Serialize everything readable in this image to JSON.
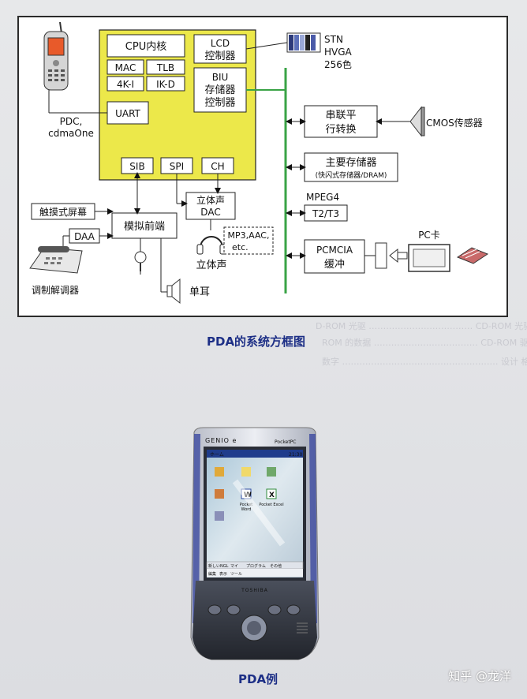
{
  "diagram": {
    "lcd": "LCD",
    "lcd_ctrl": "控制器",
    "cpu_core": "CPU内核",
    "mac": "MAC",
    "tlb": "TLB",
    "k4i": "4K-I",
    "ikd": "IK-D",
    "biu": "BIU",
    "mem_label": "存储器",
    "mem_ctrl": "控制器",
    "uart": "UART",
    "sib": "SIB",
    "spi": "SPI",
    "ch": "CH",
    "stn": "STN",
    "hvga": "HVGA",
    "colors": "256色",
    "serial_1": "串联平",
    "serial_2": "行转换",
    "cmos": "CMOS传感器",
    "main_mem": "主要存储器",
    "main_mem_sub": "(快闪式存储器/DRAM)",
    "mpeg4": "MPEG4",
    "t2t3": "T2/T3",
    "pcmcia": "PCMCIA",
    "buffer": "缓冲",
    "pc_card": "PC卡",
    "pdc": "PDC,",
    "cdma": "cdmaOne",
    "touch": "触摸式屏幕",
    "analog": "模拟前端",
    "daa": "DAA",
    "modem": "调制解调器",
    "stereo_dac_1": "立体声",
    "stereo_dac_2": "DAC",
    "mp3_1": "MP3,AAC,",
    "mp3_2": "etc.",
    "stereo": "立体声",
    "mono": "单耳"
  },
  "captions": {
    "figure1": "PDA的系统方框图",
    "figure2": "PDA例"
  },
  "pda": {
    "brand": "GENIO e",
    "pocketpc": "PocketPC",
    "title": "ホーム",
    "time": "21:30",
    "maker": "TOSHIBA",
    "word_label_1": "Pocket",
    "word_label_2": "Word",
    "excel_label": "Pocket Excel",
    "task_new": "新しいNGL",
    "task_my": "マイ",
    "task_prog": "プログラム",
    "task_aux": "その他",
    "task_edit": "編集",
    "task_view": "表示",
    "task_tool": "ツール"
  },
  "ghost_text": {
    "line1": "D-ROM 光驱 ……………………………… CD-ROM 光驱",
    "line2": "ROM 的数据 ……………………………… CD-ROM 驱动",
    "line3": "数字 ……………………………………………… 设计 格式"
  },
  "watermark": "知乎 @龙洋"
}
